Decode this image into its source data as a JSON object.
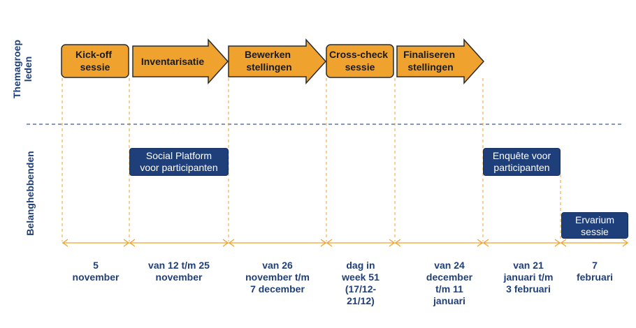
{
  "lanes": {
    "top": "Themagroep leden",
    "bottom": "Belanghebbenden"
  },
  "steps": [
    {
      "line1": "Kick-off",
      "line2": "sessie"
    },
    {
      "line1": "Inventarisatie",
      "line2": ""
    },
    {
      "line1": "Bewerken",
      "line2": "stellingen"
    },
    {
      "line1": "Cross-check",
      "line2": "sessie"
    },
    {
      "line1": "Finaliseren",
      "line2": "stellingen"
    }
  ],
  "stakeholder_boxes": [
    {
      "line1": "Social Platform",
      "line2": "voor participanten"
    },
    {
      "line1": "Enquête voor",
      "line2": "participanten"
    },
    {
      "line1": "Ervarium",
      "line2": "sessie"
    }
  ],
  "periods": [
    {
      "lines": [
        "5",
        "november"
      ]
    },
    {
      "lines": [
        "van 12 t/m 25",
        "november"
      ]
    },
    {
      "lines": [
        "van 26",
        "november t/m",
        "7 december"
      ]
    },
    {
      "lines": [
        "dag in",
        "week 51",
        "(17/12-",
        "21/12)"
      ]
    },
    {
      "lines": [
        "van 24",
        "december",
        "t/m 11",
        "januari"
      ]
    },
    {
      "lines": [
        "van 21",
        "januari t/m",
        "3 februari"
      ]
    },
    {
      "lines": [
        "7",
        "februari"
      ]
    }
  ],
  "colors": {
    "orange": "#f0a22e",
    "orange_stroke": "#2a2a2a",
    "navy": "#1f3f7a",
    "dashed_orange": "#f0a22e",
    "divider": "#3b5b9a"
  }
}
